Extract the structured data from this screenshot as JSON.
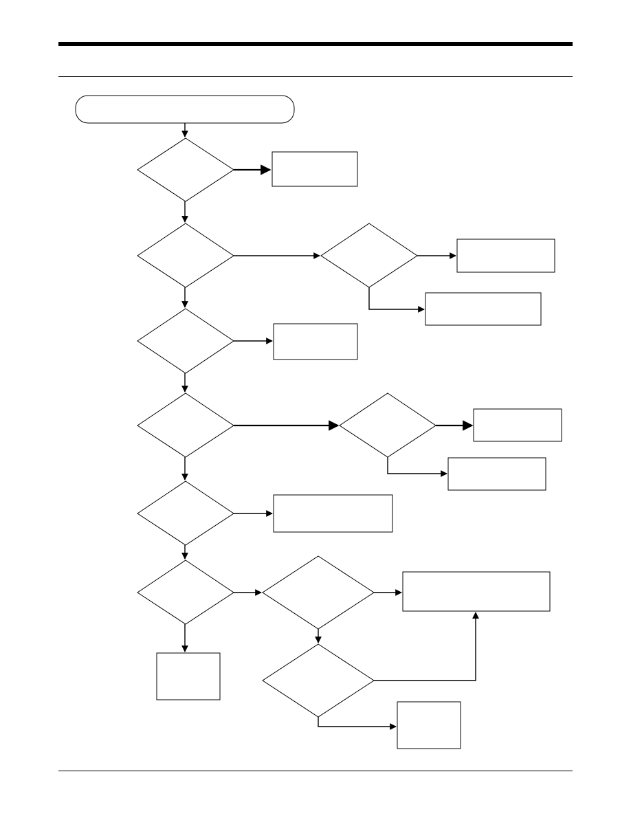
{
  "page": {
    "header_rule": "thick-black",
    "sub_rule": "thin-black",
    "footer_rule": "thin-black"
  },
  "flowchart": {
    "start": {
      "label": ""
    },
    "decisions": [
      {
        "id": "d1",
        "label": ""
      },
      {
        "id": "d2",
        "label": ""
      },
      {
        "id": "d2a",
        "label": ""
      },
      {
        "id": "d3",
        "label": ""
      },
      {
        "id": "d4",
        "label": ""
      },
      {
        "id": "d4a",
        "label": ""
      },
      {
        "id": "d5",
        "label": ""
      },
      {
        "id": "d6",
        "label": ""
      },
      {
        "id": "d6a",
        "label": ""
      },
      {
        "id": "d6b",
        "label": ""
      }
    ],
    "actions": [
      {
        "id": "a1",
        "label": ""
      },
      {
        "id": "a2a-1",
        "label": ""
      },
      {
        "id": "a2a-2",
        "label": ""
      },
      {
        "id": "a3",
        "label": ""
      },
      {
        "id": "a4a-1",
        "label": ""
      },
      {
        "id": "a4a-2",
        "label": ""
      },
      {
        "id": "a5",
        "label": ""
      },
      {
        "id": "a6-end",
        "label": ""
      },
      {
        "id": "a6a",
        "label": ""
      },
      {
        "id": "a6b",
        "label": ""
      }
    ]
  }
}
